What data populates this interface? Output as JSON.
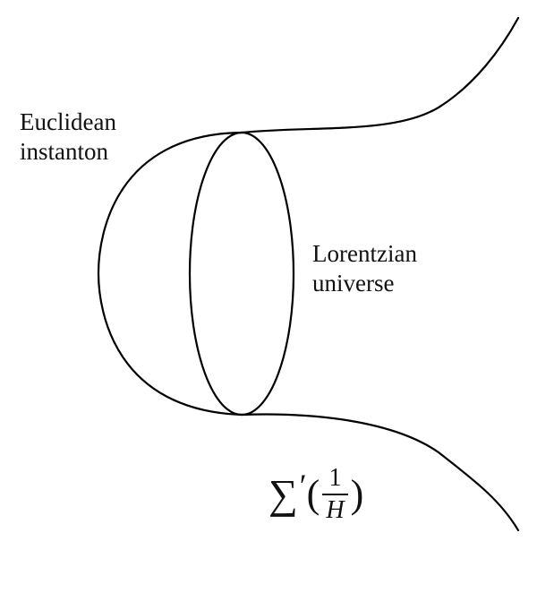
{
  "labels": {
    "euclidean": [
      "Euclidean",
      "instanton"
    ],
    "lorentzian": [
      "Lorentzian",
      "universe"
    ]
  },
  "formula": {
    "symbol": "∑",
    "prime": "′",
    "open": "(",
    "numerator": "1",
    "denominator": "H",
    "close": ")"
  }
}
